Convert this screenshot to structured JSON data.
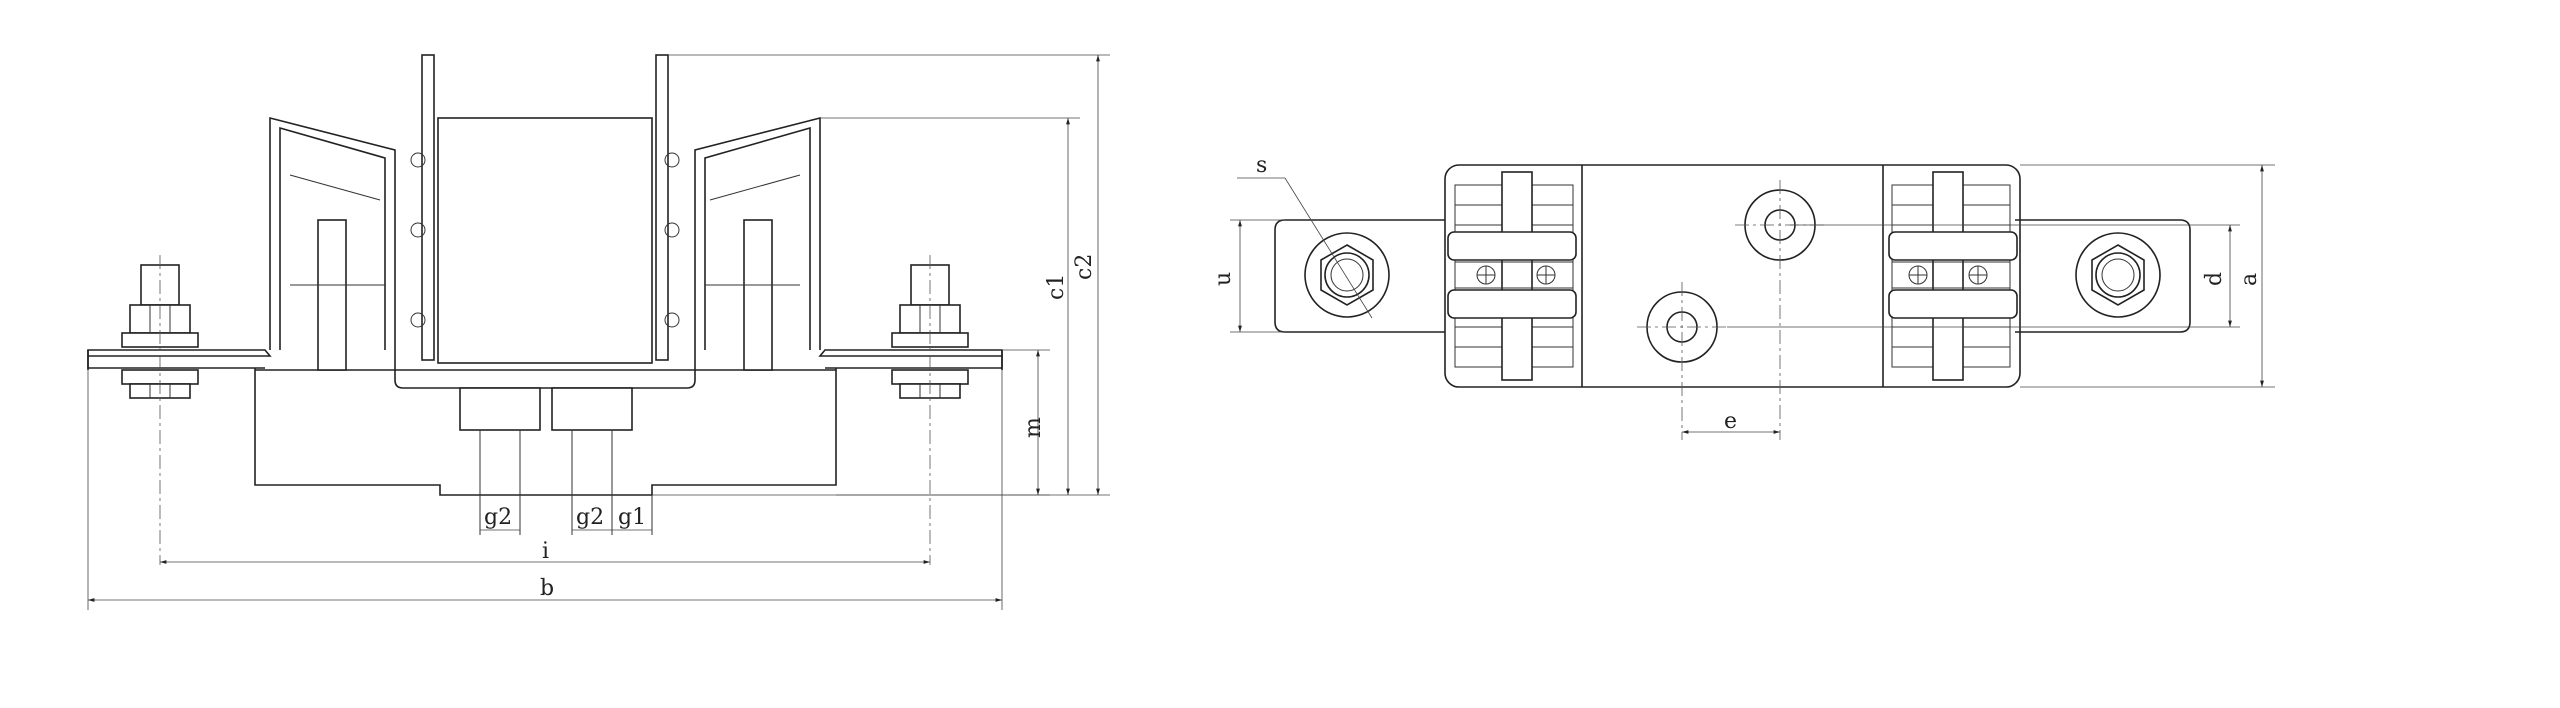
{
  "drawing": {
    "background": "#ffffff",
    "line_color": "#222222",
    "front_view": {
      "dimensions": {
        "b": "b",
        "i": "i",
        "m": "m",
        "c1": "c1",
        "c2": "c2",
        "g2_left": "g2",
        "g2_right": "g2",
        "g1": "g1"
      }
    },
    "top_view": {
      "dimensions": {
        "s": "s",
        "u": "u",
        "d": "d",
        "a": "a",
        "e": "e"
      }
    }
  }
}
